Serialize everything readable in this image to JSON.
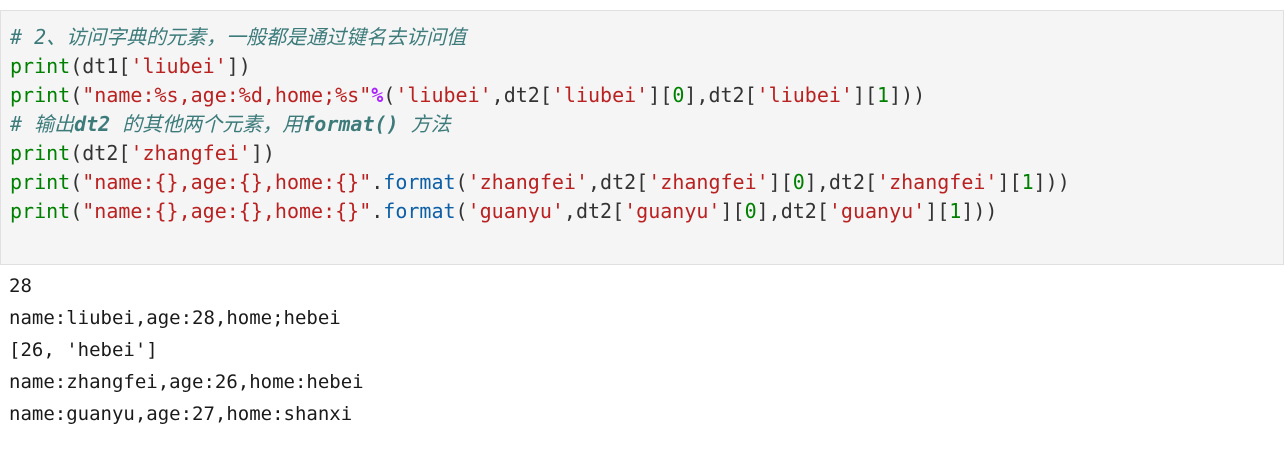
{
  "code_cell": {
    "line1": {
      "c1": "# 2、",
      "c2": "访问字典的元素，一般都是通过键名去访问值"
    },
    "line2": {
      "p1": "print",
      "p2": "(dt1[",
      "p3": "'liubei'",
      "p4": "])"
    },
    "line3": {
      "p1": "print",
      "p2": "(",
      "p3": "\"name:%s,age:%d,home;%s\"",
      "p4": "%",
      "p5": "(",
      "p6": "'liubei'",
      "p7": ",dt2[",
      "p8": "'liubei'",
      "p9": "][",
      "p10": "0",
      "p11": "],dt2[",
      "p12": "'liubei'",
      "p13": "][",
      "p14": "1",
      "p15": "]))"
    },
    "line4": {
      "c1": "# 输出",
      "c2": "dt2",
      "c3": " 的其他两个元素，用",
      "c4": "format()",
      "c5": " 方法"
    },
    "line5": {
      "p1": "print",
      "p2": "(dt2[",
      "p3": "'zhangfei'",
      "p4": "])"
    },
    "line6": {
      "p1": "print",
      "p2": "(",
      "p3": "\"name:{},age:{},home:{}\"",
      "p4": ".",
      "p5": "format",
      "p6": "(",
      "p7": "'zhangfei'",
      "p8": ",dt2[",
      "p9": "'zhangfei'",
      "p10": "][",
      "p11": "0",
      "p12": "],dt2[",
      "p13": "'zhangfei'",
      "p14": "][",
      "p15": "1",
      "p16": "]))"
    },
    "line7": {
      "p1": "print",
      "p2": "(",
      "p3": "\"name:{},age:{},home:{}\"",
      "p4": ".",
      "p5": "format",
      "p6": "(",
      "p7": "'guanyu'",
      "p8": ",dt2[",
      "p9": "'guanyu'",
      "p10": "][",
      "p11": "0",
      "p12": "],dt2[",
      "p13": "'guanyu'",
      "p14": "][",
      "p15": "1",
      "p16": "]))"
    }
  },
  "output": [
    "28",
    "name:liubei,age:28,home;hebei",
    "[26, 'hebei']",
    "name:zhangfei,age:26,home:hebei",
    "name:guanyu,age:27,home:shanxi"
  ],
  "colors": {
    "cell_background": "#f5f5f5",
    "comment": "#3d7b7b",
    "builtin": "#008000",
    "string": "#ba2121",
    "operator": "#aa22ff",
    "method": "#0d5fa6"
  }
}
